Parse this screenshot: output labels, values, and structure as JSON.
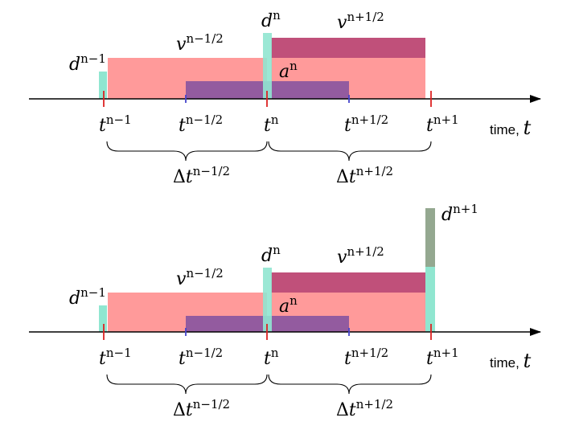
{
  "colors": {
    "velocity_fill": "#ff9a9a",
    "velocity_new_fill": "#c0507a",
    "accel_fill": "#8050a0",
    "disp_fill": "#90e6d0",
    "disp_new_fill": "#94a890",
    "axis": "#000000",
    "tick_red": "#dd2222",
    "tick_blue": "#4444cc"
  },
  "axis_label": {
    "text": "time, ",
    "var": "t"
  },
  "panels": [
    {
      "ticks": [
        {
          "base": "t",
          "sup": "n−1"
        },
        {
          "base": "t",
          "sup": "n−1/2"
        },
        {
          "base": "t",
          "sup": "n"
        },
        {
          "base": "t",
          "sup": "n+1/2"
        },
        {
          "base": "t",
          "sup": "n+1"
        }
      ],
      "labels": {
        "d_prev": {
          "base": "d",
          "sup": "n−1"
        },
        "d_cur": {
          "base": "d",
          "sup": "n"
        },
        "v_prev": {
          "base": "v",
          "sup": "n−1/2"
        },
        "v_next": {
          "base": "v",
          "sup": "n+1/2"
        },
        "a_cur": {
          "base": "a",
          "sup": "n"
        }
      },
      "intervals": [
        {
          "delta": "Δ",
          "base": "t",
          "sup": "n−1/2"
        },
        {
          "delta": "Δ",
          "base": "t",
          "sup": "n+1/2"
        }
      ]
    },
    {
      "ticks": [
        {
          "base": "t",
          "sup": "n−1"
        },
        {
          "base": "t",
          "sup": "n−1/2"
        },
        {
          "base": "t",
          "sup": "n"
        },
        {
          "base": "t",
          "sup": "n+1/2"
        },
        {
          "base": "t",
          "sup": "n+1"
        }
      ],
      "labels": {
        "d_prev": {
          "base": "d",
          "sup": "n−1"
        },
        "d_cur": {
          "base": "d",
          "sup": "n"
        },
        "d_next": {
          "base": "d",
          "sup": "n+1"
        },
        "v_prev": {
          "base": "v",
          "sup": "n−1/2"
        },
        "v_next": {
          "base": "v",
          "sup": "n+1/2"
        },
        "a_cur": {
          "base": "a",
          "sup": "n"
        }
      },
      "intervals": [
        {
          "delta": "Δ",
          "base": "t",
          "sup": "n−1/2"
        },
        {
          "delta": "Δ",
          "base": "t",
          "sup": "n+1/2"
        }
      ]
    }
  ]
}
